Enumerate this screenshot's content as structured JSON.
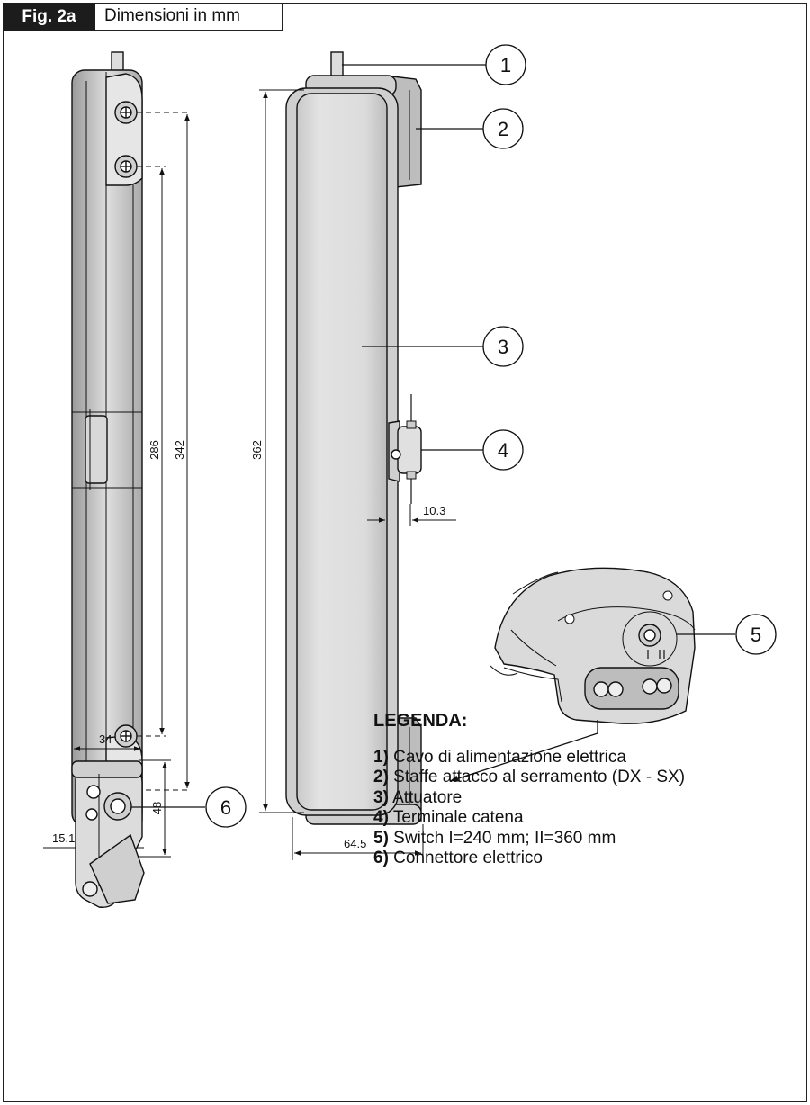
{
  "figure": {
    "tag": "Fig. 2a",
    "title": "Dimensioni in mm"
  },
  "dimensions": {
    "d286": "286",
    "d342": "342",
    "d362": "362",
    "d15_1": "15.1",
    "d64_5": "64.5",
    "d10_3": "10.3",
    "d34": "34",
    "d48": "48"
  },
  "callouts": [
    "1",
    "2",
    "3",
    "4",
    "5",
    "6"
  ],
  "legend": {
    "title": "LEGENDA:",
    "items": [
      {
        "num": "1)",
        "text": " Cavo di alimentazione elettrica"
      },
      {
        "num": "2)",
        "text": " Staffe attacco al serramento (DX - SX)"
      },
      {
        "num": "3)",
        "text": " Attuatore"
      },
      {
        "num": "4)",
        "text": " Terminale catena"
      },
      {
        "num": "5)",
        "text": " Switch I=240 mm; II=360 mm"
      },
      {
        "num": "6)",
        "text": " Connettore elettrico"
      }
    ]
  }
}
